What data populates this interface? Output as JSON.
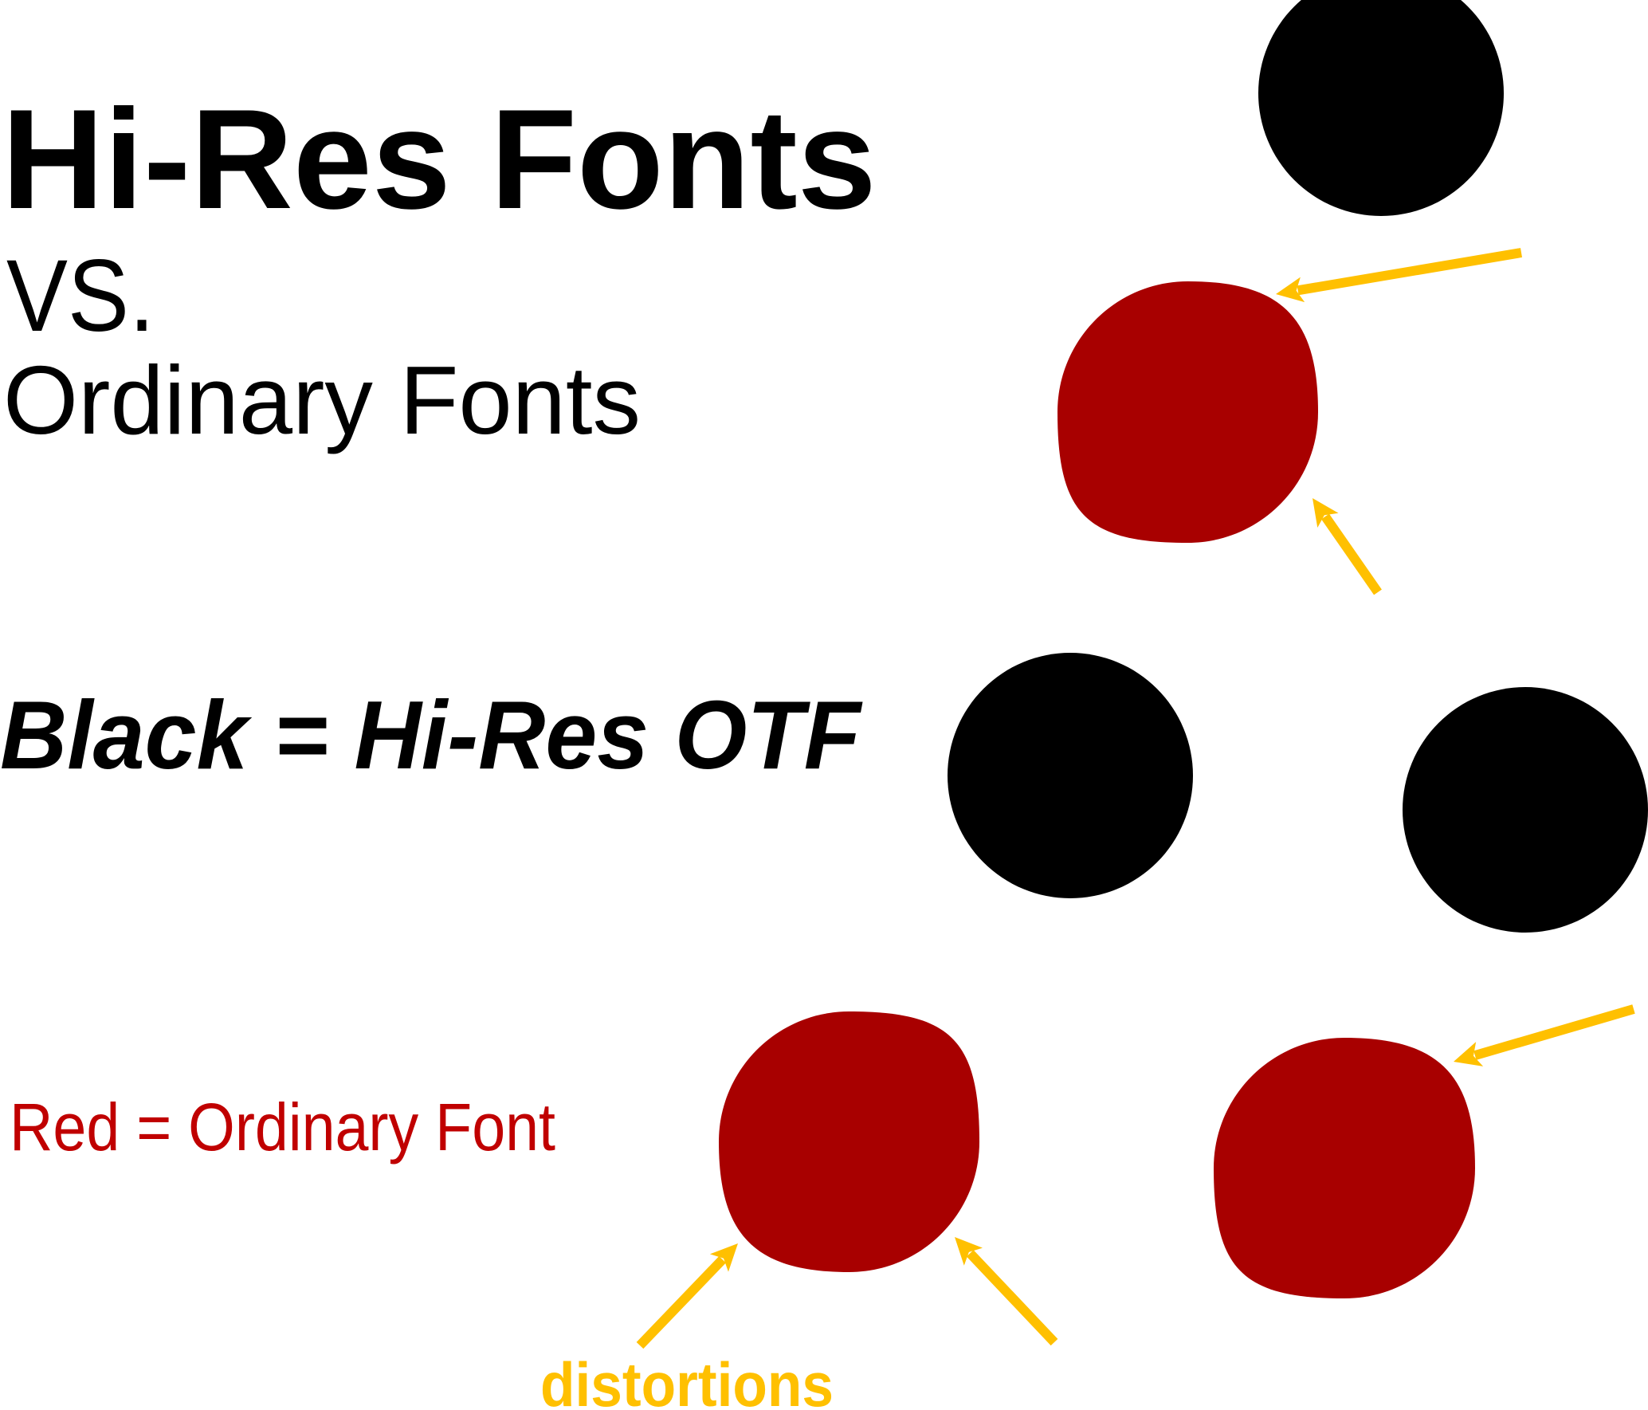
{
  "title": "Hi-Res Fonts",
  "versus": "VS.",
  "subtitle": "Ordinary Fonts",
  "legend": {
    "black_label": "Black = Hi-Res OTF",
    "red_label": "Red = Ordinary Font"
  },
  "annotation": "distortions",
  "colors": {
    "black": "#000000",
    "red_shape": "#a80000",
    "red_text": "#c00000",
    "arrow": "#ffc000"
  }
}
